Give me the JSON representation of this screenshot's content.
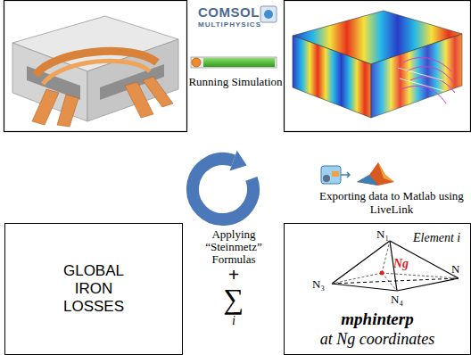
{
  "diagram": {
    "nodes": [
      {
        "text": [
          "GLOBAL IRON LOSSES"
        ]
      },
      {
        "text": [
          "Element i",
          "mphinterp",
          "at Ng coordinates"
        ]
      }
    ],
    "labels": [
      "COMSOL",
      "MULTIPHYSICS",
      "Running Simulation",
      "Exporting data to Matlab using LiveLink",
      "Applying “Steinmetz” Formulas",
      "+",
      "∑",
      "i",
      "N₁",
      "N",
      "N₃",
      "N₄",
      "Ng"
    ]
  }
}
